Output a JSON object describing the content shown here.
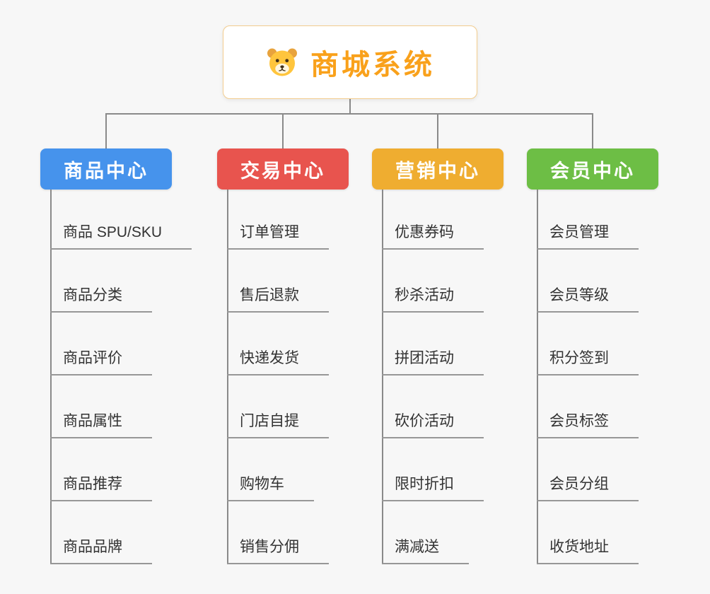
{
  "root": {
    "title": "商城系统",
    "icon": "dog-icon"
  },
  "colors": {
    "background": "#f7f7f7",
    "connector_line": "#8a8a8a",
    "root_border": "#f3cd8e",
    "root_text": "#f9a11b"
  },
  "branches": [
    {
      "label": "商品中心",
      "color": "#4693ec",
      "items": [
        "商品 SPU/SKU",
        "商品分类",
        "商品评价",
        "商品属性",
        "商品推荐",
        "商品品牌"
      ]
    },
    {
      "label": "交易中心",
      "color": "#e8544e",
      "items": [
        "订单管理",
        "售后退款",
        "快递发货",
        "门店自提",
        "购物车",
        "销售分佣"
      ]
    },
    {
      "label": "营销中心",
      "color": "#efad30",
      "items": [
        "优惠券码",
        "秒杀活动",
        "拼团活动",
        "砍价活动",
        "限时折扣",
        "满减送"
      ]
    },
    {
      "label": "会员中心",
      "color": "#6dbe45",
      "items": [
        "会员管理",
        "会员等级",
        "积分签到",
        "会员标签",
        "会员分组",
        "收货地址"
      ]
    }
  ]
}
